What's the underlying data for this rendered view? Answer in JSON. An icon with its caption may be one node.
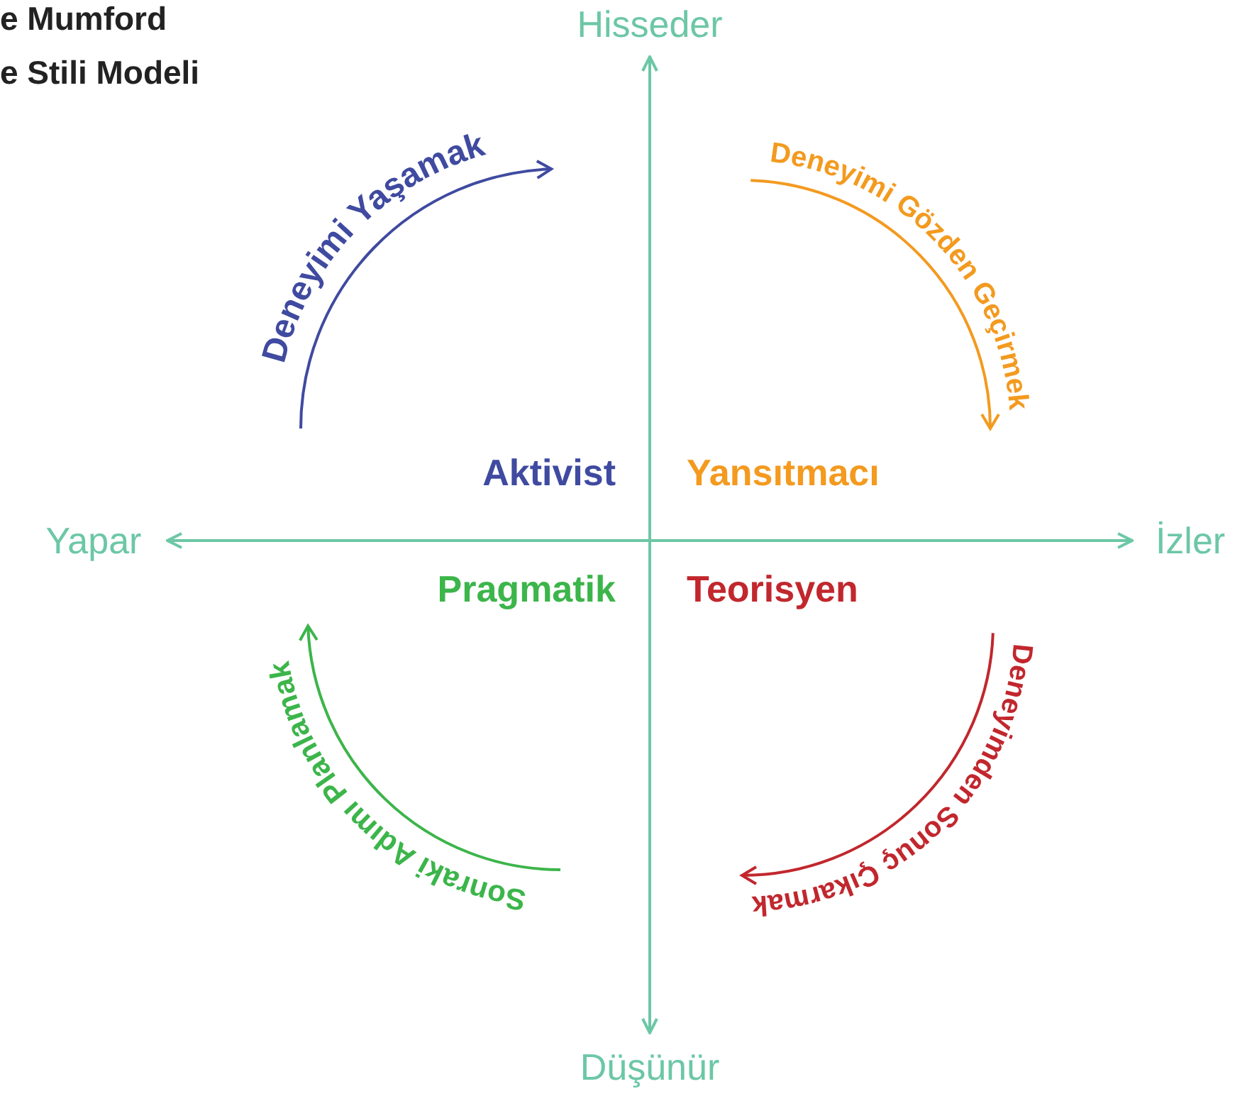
{
  "diagram": {
    "nodes": [
      {
        "text": [
          "Hisseder"
        ]
      },
      {
        "text": [
          "Düşünür"
        ]
      },
      {
        "text": [
          "Yapar"
        ]
      },
      {
        "text": [
          "İzler"
        ]
      }
    ],
    "edges": [
      {
        "from": 0,
        "to": 1,
        "arrow": "both"
      },
      {
        "from": 2,
        "to": 3,
        "arrow": "both"
      }
    ],
    "labels": [
      "e Mumford",
      "e Stili Modeli",
      "Aktivist",
      "Yansıtmacı",
      "Pragmatik",
      "Teorisyen",
      "Deneyimi Yaşamak",
      "Deneyimi Gözden Geçirmek",
      "Sonraki Adımı Planlamak",
      "Deneyimden Sonuç Çıkarmak"
    ]
  }
}
